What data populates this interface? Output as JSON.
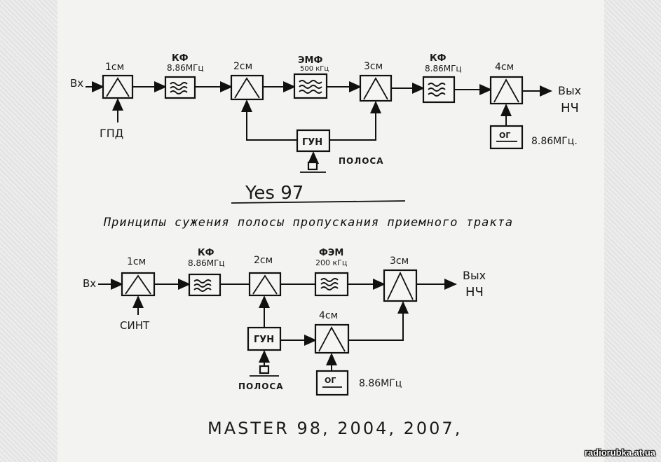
{
  "diagram1": {
    "input": "Вх",
    "output_line1": "Вых",
    "output_line2": "НЧ",
    "mixer1": "1см",
    "filter1_name": "КФ",
    "filter1_freq": "8.86МГц",
    "mixer2": "2см",
    "filter2_name": "ЭМФ",
    "filter2_freq": "500 кГц",
    "mixer3": "3см",
    "filter3_name": "КФ",
    "filter3_freq": "8.86МГц",
    "mixer4": "4см",
    "lo": "ГПД",
    "vco": "ГУН",
    "band_control": "ПОЛОСА",
    "osc": "ОГ",
    "osc_freq": "8.86МГц."
  },
  "yes_label": "Yes 97",
  "caption": "Принципы сужения полосы пропускания приемного тракта",
  "diagram2": {
    "input": "Вх",
    "output_line1": "Вых",
    "output_line2": "НЧ",
    "mixer1": "1см",
    "filter1_name": "КФ",
    "filter1_freq": "8.86МГц",
    "mixer2": "2см",
    "filter2_name": "ФЭМ",
    "filter2_freq": "200 кГц",
    "mixer3": "3см",
    "mixer4": "4см",
    "synth": "СИНТ",
    "vco": "ГУН",
    "band_control": "ПОЛОСА",
    "osc": "ОГ",
    "osc_freq": "8.86МГц"
  },
  "master_label": "MASTER 98, 2004, 2007,",
  "watermark": "radiorubka.at.ua"
}
